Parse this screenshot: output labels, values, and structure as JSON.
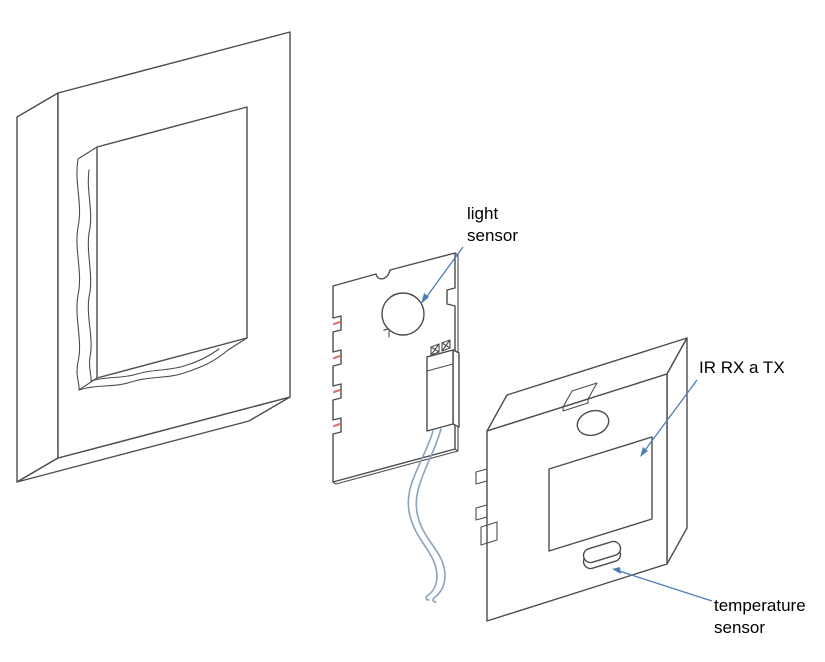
{
  "diagram": {
    "labels": {
      "light_sensor": {
        "line1": "light",
        "line2": "sensor"
      },
      "ir_window": {
        "text": "IR RX a TX"
      },
      "temperature_sensor": {
        "line1": "temperature",
        "line2": "sensor"
      }
    },
    "colors": {
      "line": "#4d4d4d",
      "leader": "#4d7fb5",
      "wire": "#8ba4bd",
      "notch": "#d4756b",
      "text": "#000000",
      "background": "#ffffff"
    }
  }
}
